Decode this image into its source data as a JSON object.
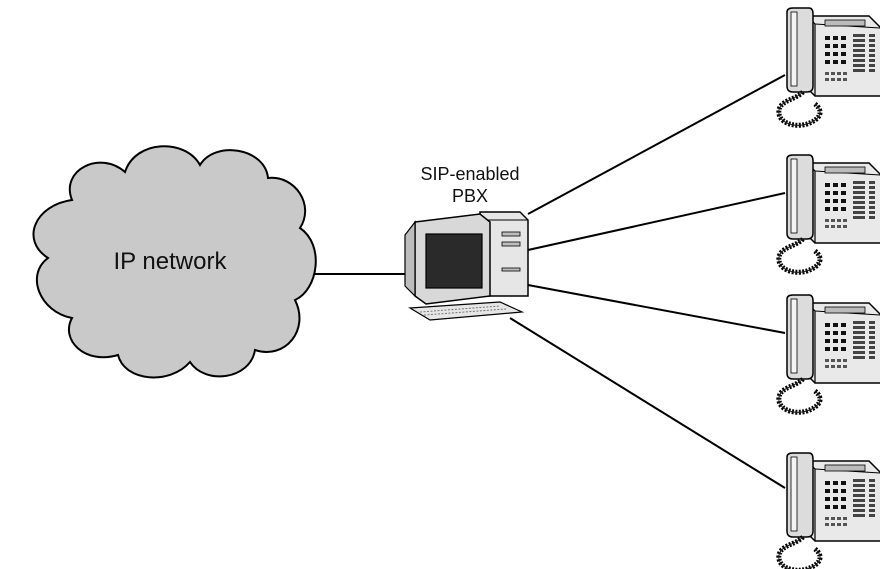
{
  "cloud": {
    "label": "IP network",
    "fill": "#c9c9c9"
  },
  "pbx": {
    "label_line1": "SIP-enabled",
    "label_line2": "PBX"
  },
  "phones": [
    {
      "name": "phone-1"
    },
    {
      "name": "phone-2"
    },
    {
      "name": "phone-3"
    },
    {
      "name": "phone-4"
    }
  ],
  "colors": {
    "line": "#000000",
    "device_light": "#e6e6e6",
    "device_mid": "#bdbdbd",
    "screen": "#2a2a2a"
  }
}
